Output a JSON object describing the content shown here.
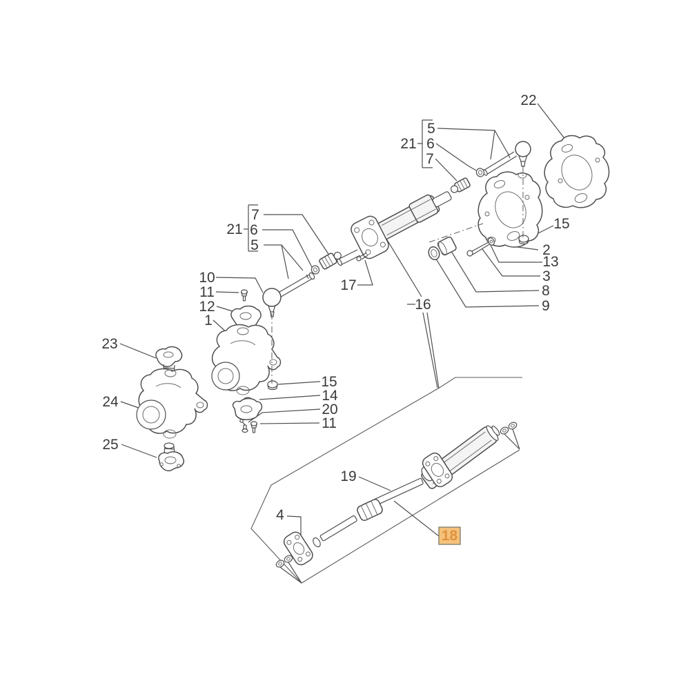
{
  "diagram": {
    "kind": "exploded-parts-diagram",
    "background": "#ffffff",
    "line_color": "#4d4d4d",
    "highlighted_part": "18",
    "highlight": {
      "fill": "#f5c17b",
      "border": "#8b8878",
      "text_color": "#e0923e"
    }
  },
  "labels": [
    {
      "id": "22",
      "text": "22"
    },
    {
      "id": "bracket-top-21",
      "text": "21"
    },
    {
      "id": "bracket-top-5",
      "text": "5"
    },
    {
      "id": "bracket-top-6",
      "text": "6"
    },
    {
      "id": "bracket-top-7",
      "text": "7"
    },
    {
      "id": "15-right",
      "text": "15"
    },
    {
      "id": "2",
      "text": "2"
    },
    {
      "id": "13",
      "text": "13"
    },
    {
      "id": "3",
      "text": "3"
    },
    {
      "id": "8",
      "text": "8"
    },
    {
      "id": "9",
      "text": "9"
    },
    {
      "id": "16",
      "text": "16"
    },
    {
      "id": "17",
      "text": "17"
    },
    {
      "id": "bracket-left-21",
      "text": "21"
    },
    {
      "id": "bracket-left-7",
      "text": "7"
    },
    {
      "id": "bracket-left-6",
      "text": "6"
    },
    {
      "id": "bracket-left-5",
      "text": "5"
    },
    {
      "id": "10",
      "text": "10"
    },
    {
      "id": "11-top",
      "text": "11"
    },
    {
      "id": "12",
      "text": "12"
    },
    {
      "id": "1",
      "text": "1"
    },
    {
      "id": "23",
      "text": "23"
    },
    {
      "id": "24",
      "text": "24"
    },
    {
      "id": "25",
      "text": "25"
    },
    {
      "id": "15-center",
      "text": "15"
    },
    {
      "id": "14",
      "text": "14"
    },
    {
      "id": "20",
      "text": "20"
    },
    {
      "id": "11-center",
      "text": "11"
    },
    {
      "id": "19",
      "text": "19"
    },
    {
      "id": "4",
      "text": "4"
    },
    {
      "id": "18",
      "text": "18"
    }
  ]
}
